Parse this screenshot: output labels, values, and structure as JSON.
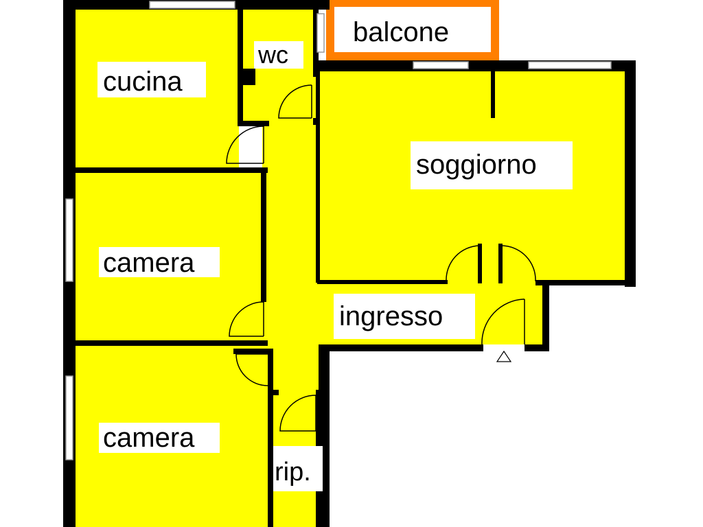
{
  "colors": {
    "room_fill": "#ffff00",
    "balcony_fill": "#ff7f00",
    "wall": "#000000",
    "label_bg": "#ffffff",
    "window": "#9a9a9a"
  },
  "rooms": {
    "cucina": "cucina",
    "wc": "wc",
    "balcone": "balcone",
    "soggiorno": "soggiorno",
    "camera_1": "camera",
    "camera_2": "camera",
    "ingresso": "ingresso",
    "ripostiglio": "rip."
  },
  "icons": {
    "entrance": "entrance-triangle-icon"
  }
}
